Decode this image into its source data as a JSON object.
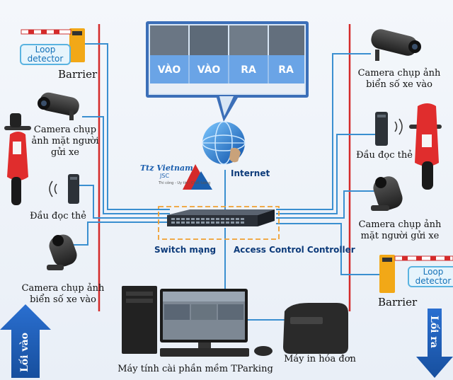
{
  "monitor": {
    "gates": [
      "VÀO",
      "VÀO",
      "RA",
      "RA"
    ]
  },
  "logo": {
    "name": "Ttz Vietnam",
    "suffix": "JSC",
    "slogan": "Thi công - Uy tín - Chất lượng"
  },
  "labels": {
    "internet": "Internet",
    "switch": "Switch mạng",
    "acc": "Access Control Controller",
    "barrier_left": "Barrier",
    "barrier_right": "Barrier",
    "loop_left": "Loop detector",
    "loop_right": "Loop detector",
    "cam_face_left": "Camera chụp ảnh mặt người gửi xe",
    "card_left": "Đầu đọc thẻ",
    "cam_plate_left": "Camera chụp ảnh biển số xe vào",
    "cam_plate_right": "Camera chụp ảnh biển số xe vào",
    "card_right": "Đầu đọc thẻ",
    "cam_face_right": "Camera chụp ảnh mặt người gửi xe",
    "computer": "Máy tính cài phần mềm TParking",
    "printer": "Máy in hóa đơn",
    "entry": "Lối vào",
    "exit": "Lối ra"
  },
  "colors": {
    "cable": "#3a8fd0",
    "lane": "#d42a2a",
    "accent": "#1b5fae",
    "loop_border": "#5ab3e0"
  }
}
